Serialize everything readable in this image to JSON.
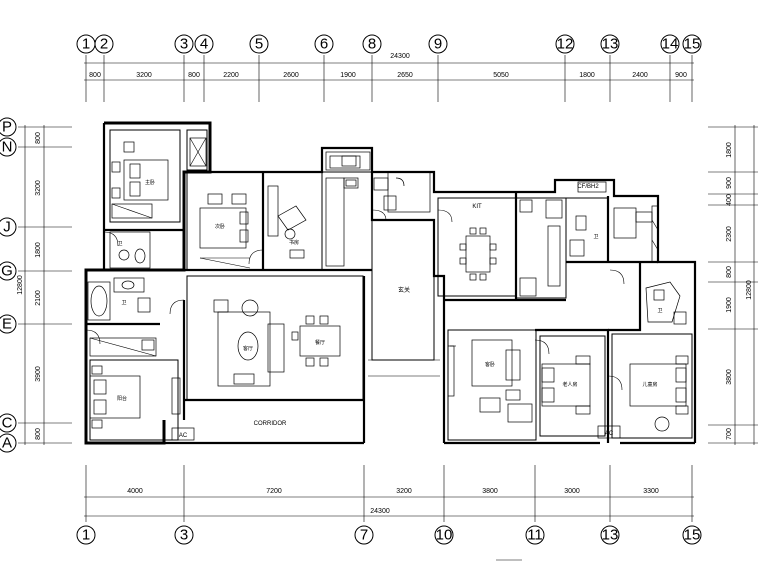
{
  "top_axes": [
    "1",
    "2",
    "3",
    "4",
    "5",
    "6",
    "8",
    "9",
    "12",
    "13",
    "14",
    "15"
  ],
  "top_total": "24300",
  "top_dims": [
    "800",
    "3200",
    "800",
    "2200",
    "2600",
    "1900",
    "2650",
    "5050",
    "1800",
    "2400",
    "900"
  ],
  "bottom_axes": [
    "1",
    "3",
    "7",
    "10",
    "11",
    "13",
    "15"
  ],
  "bottom_dims": [
    "4000",
    "7200",
    "3200",
    "3800",
    "3000",
    "3300"
  ],
  "bottom_total": "24300",
  "left_axes": [
    "P",
    "N",
    "J",
    "G",
    "E",
    "C",
    "A"
  ],
  "left_total": "12800",
  "left_dims": [
    "800",
    "3200",
    "1800",
    "2100",
    "3900",
    "800"
  ],
  "right_total": "12800",
  "right_dims": [
    "1800",
    "900",
    "400",
    "2300",
    "800",
    "1900",
    "3800",
    "700"
  ],
  "tags": {
    "kitchen_top": "KIT",
    "corridor": "玄关",
    "entry_room": "CORRIDOR",
    "top_right_box": "CF/BH2",
    "bottom_box_left": "AC",
    "bottom_box_right": "AC"
  },
  "room_labels": {
    "bed1": "主卧",
    "bed2": "次卧",
    "bed3": "客卧",
    "bed4": "老人房",
    "bed5": "儿童房",
    "study": "书房",
    "living": "客厅",
    "dining": "餐厅",
    "bath1": "卫",
    "bath2": "卫",
    "bath3": "卫",
    "bath4": "卫",
    "balcony": "阳台"
  }
}
